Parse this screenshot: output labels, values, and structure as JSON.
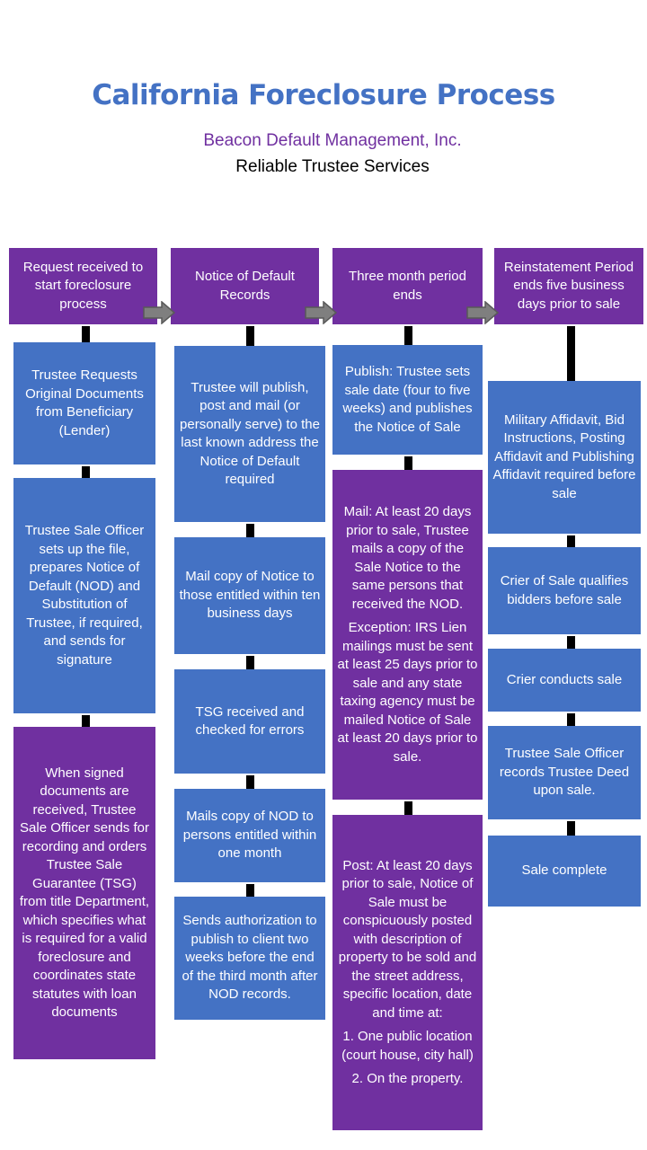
{
  "header": {
    "title": "California Foreclosure Process",
    "company": "Beacon Default Management, Inc.",
    "tagline": "Reliable Trustee Services"
  },
  "columns": [
    {
      "header": "Request received to start foreclosure process",
      "steps": [
        [
          "Trustee Requests Original Documents from Beneficiary (Lender)"
        ],
        [
          "Trustee Sale Officer sets up the file, prepares Notice of Default (NOD) and Substitution of Trustee, if required, and sends for signature"
        ],
        [
          "When signed documents are received, Trustee Sale Officer sends for recording and orders Trustee Sale Guarantee (TSG) from title Department, which specifies what is required for a valid foreclosure and coordinates state statutes with loan documents"
        ]
      ]
    },
    {
      "header": "Notice of Default Records",
      "steps": [
        [
          "Trustee will publish, post and mail (or personally serve) to the last known address the Notice of Default required"
        ],
        [
          "Mail copy of Notice to those entitled within ten business days"
        ],
        [
          "TSG received and checked for errors"
        ],
        [
          "Mails copy of NOD to persons entitled within one month"
        ],
        [
          "Sends authorization to publish to client two weeks before the end of the third month after NOD records."
        ]
      ]
    },
    {
      "header": "Three month period ends",
      "steps": [
        [
          "Publish: Trustee sets sale date (four to five weeks) and publishes the Notice of Sale"
        ],
        [
          "Mail: At least 20 days prior to sale, Trustee mails a copy of the Sale Notice to the same persons that received the NOD.",
          "Exception: IRS Lien mailings must be sent at least 25 days prior to sale and any state taxing agency must be mailed Notice of Sale at least 20 days prior to sale."
        ],
        [
          "Post: At least 20 days prior to sale, Notice of Sale must be conspicuously posted with description of property to be sold and the street address, specific location, date and time at:",
          "1. One public location (court house, city hall)",
          "2. On the property."
        ]
      ]
    },
    {
      "header": "Reinstatement Period ends five business  days prior to sale",
      "steps": [
        [
          "Military Affidavit, Bid Instructions, Posting Affidavit and Publishing Affidavit required before sale"
        ],
        [
          "Crier of Sale qualifies bidders before sale"
        ],
        [
          "Crier conducts sale"
        ],
        [
          "Trustee Sale Officer records Trustee Deed upon sale."
        ],
        [
          "Sale complete"
        ]
      ]
    }
  ],
  "colors": {
    "title": "#4472c4",
    "company": "#7030a0",
    "purple_box": "#7030a0",
    "blue_box": "#4472c4",
    "arrow_fill": "#7f7f7f",
    "arrow_stroke": "#595959"
  }
}
